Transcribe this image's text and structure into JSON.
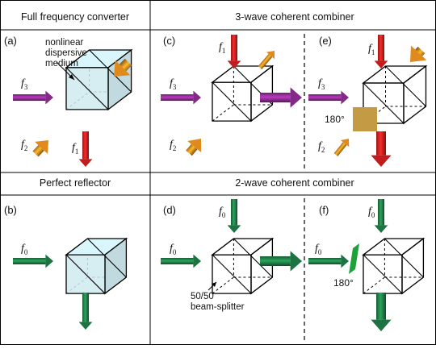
{
  "headers": {
    "full_frequency_converter": "Full frequency converter",
    "three_wave_combiner": "3-wave coherent combiner",
    "perfect_reflector": "Perfect reflector",
    "two_wave_combiner": "2-wave coherent combiner"
  },
  "panels": {
    "a": "(a)",
    "b": "(b)",
    "c": "(c)",
    "d": "(d)",
    "e": "(e)",
    "f": "(f)"
  },
  "annotations": {
    "nonlinear_medium": [
      "nonlinear",
      "dispersive",
      "medium"
    ],
    "beam_splitter": [
      "50/50",
      "beam-splitter"
    ],
    "phase_e": "180°",
    "phase_f": "180°"
  },
  "fields": {
    "f": "f",
    "sub1": "1",
    "sub2": "2",
    "sub3": "3",
    "sub0": "0"
  },
  "colors": {
    "purple": "#8a2c8e",
    "orange": "#e08a1e",
    "red": "#cc1f1f",
    "green": "#1f7a45",
    "cube_face": "#cfeaf0",
    "phase_plate_gold": "#c49a44",
    "phase_plate_green": "#1da23a"
  }
}
